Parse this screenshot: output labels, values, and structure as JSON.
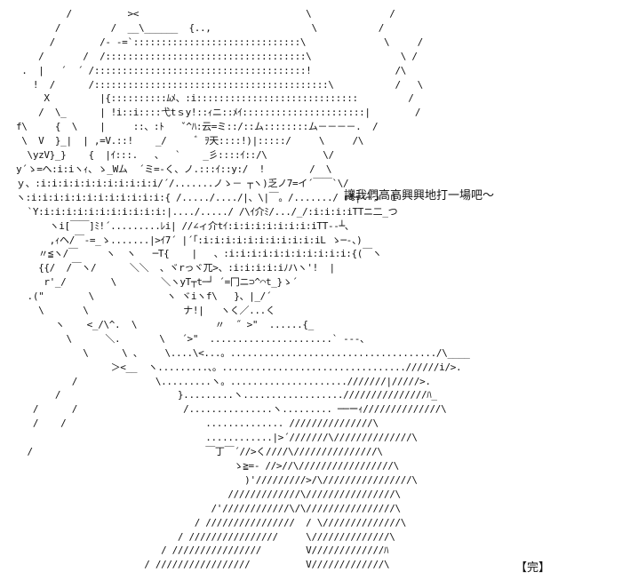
{
  "dialogue": {
    "line": "讓我們高高興興地打一場吧～"
  },
  "end_mark": "【完】",
  "ascii_art": {
    "lines": [
      "         /          ><                              \\              /",
      "       /         /  __\\______  {..,                  \\           /",
      "      /        /- -=`::::::::::::::::::::::::::::::\\              \\     /",
      "    /       /  /::::::::::::::::::::::::::::::::::::\\                \\ /",
      " .  |   ´  ´ /::::::::::::::::::::::::::::::::::::::!               /\\",
      "   !  /      /::::::::::::::::::::::::::::::::::::::::::\\           /   \\",
      "     X         |{::::::::::ﾑﾒ、:i:::::::::::::::::::::::::::::         /",
      "    /  \\_      | !i::i::::弋tｓy!::ｨニ::ﾒｲ::::::::::::::::::::::|        /",
      "f\\     {  \\    |     ::、:ﾄ   ˇ^ﾊ:云=ミ::/::ム::::::::ム－－－－.  /",
      " \\  V  }_|  | ,=V.::!    _/     ﾞ ｦ天::::!)|:::::/     \\     /\\",
      "  \\yzV}_}    {  |ｲ:::.   、  `    _彡::::ｲ::/\\          \\/",
      "y´ゝ=ヘ:i:iヽｨ、ゝ_Wム  ´ミ=-く、ノ.:::ｲ::y:/  !        /  \\",
      "ｙ、:i:i:i:i:i:i:i:i:i:i:i/´/.......ノゝ－ ┬ヽ)乏ノ7=イ´￣￣`\\/",
      "ヽ:i:i:i:i:i:i:i:i:i:i:i:i:{ /...../..../|、\\|￣。/......./ rt┬-ｰっ  i",
      "  `Y:i:i:i:i:i:i:i:i:i:i:i:|..../...../ /\\ｲ介ﾐ/.../_/:i:i:i:iTTニ二_つ",
      "      ヽi[￣￣]ﾐ!´.........ﾚi| //∠ィ介tｲ:i:i:i:i:i:i:i:iTT--┴、",
      "      ,ｨヘ/￣-=_ゝ.......|>ｲ7´ |´｢:i:i:i:i:i:i:i:i:i:i:iL ゝ─-、)",
      "    〃≦ヽ/￣     ヽ  ヽ   ─T{    |   、:i:i:i:i:i:i:i:i:i:i:i:{(￣ヽ",
      "    {{/  /￣ヽ/      ＼＼  、ヾrっヾ兀>、:i:i:i:i:iﾉハヽ'!  |",
      "     r'_/        \\        ＼ヽyT┬t─┘ ´=冂ニ⊃^⌒t_}ゝ´",
      "  .(\"        \\             ヽ ヾiヽf\\   }、|_/´",
      "    \\       \\                 ナ!|   ヽく／...く",
      "       ヽ    <_/\\^.  \\              〃  ˝ >\"  ......{_",
      "         \\      ＼.       \\   ´>\"  ......................` ---、",
      "            \\      \\ 、    \\....\\<...。...................................../\\____",
      "                 ＞<__  ヽ.........、。.................................//////i/>.",
      "          /              \\.........ヽ。.....................///////|/////>.",
      "       /                     }.........ヽ..................///////////////ﾊ_",
      "   /      /                   /...............ヽ......... ──ーｨ//////////////\\",
      "   /    /                         .............. ///////////////\\",
      "                                  ............|>´///////\\//////////////\\",
      "  /                               ￣丁￣´//>く////\\///////////////\\",
      "                                       ゝ≧=- //>//\\/////////////////\\",
      "                                         )'/////////>/\\////////////////\\",
      "                                      /////////////\\////////////////\\",
      "                                   /'////////////\\/\\////////////////\\",
      "                                / ////////////////  / \\//////////////\\",
      "                             / ////////////////     \\//////////////\\",
      "                          / ////////////////        V/////////////ﾊ",
      "                       / /////////////////          V/////////////\\"
    ]
  }
}
